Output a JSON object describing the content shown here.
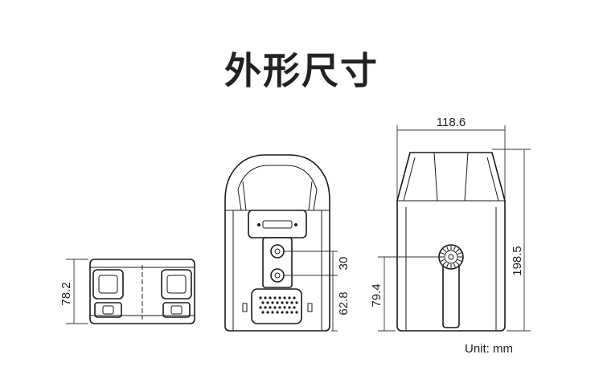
{
  "title": "外形尺寸",
  "unit_label": "Unit: mm",
  "dimensions": {
    "width_top": "118.6",
    "height_right": "198.5",
    "side_height": "79.4",
    "bottom_width": "78.2",
    "mount_spacing": "30",
    "terminal_height": "62.8"
  },
  "icons": [
    "mount-hole-icon",
    "vent-grille-icon",
    "knob-icon"
  ]
}
